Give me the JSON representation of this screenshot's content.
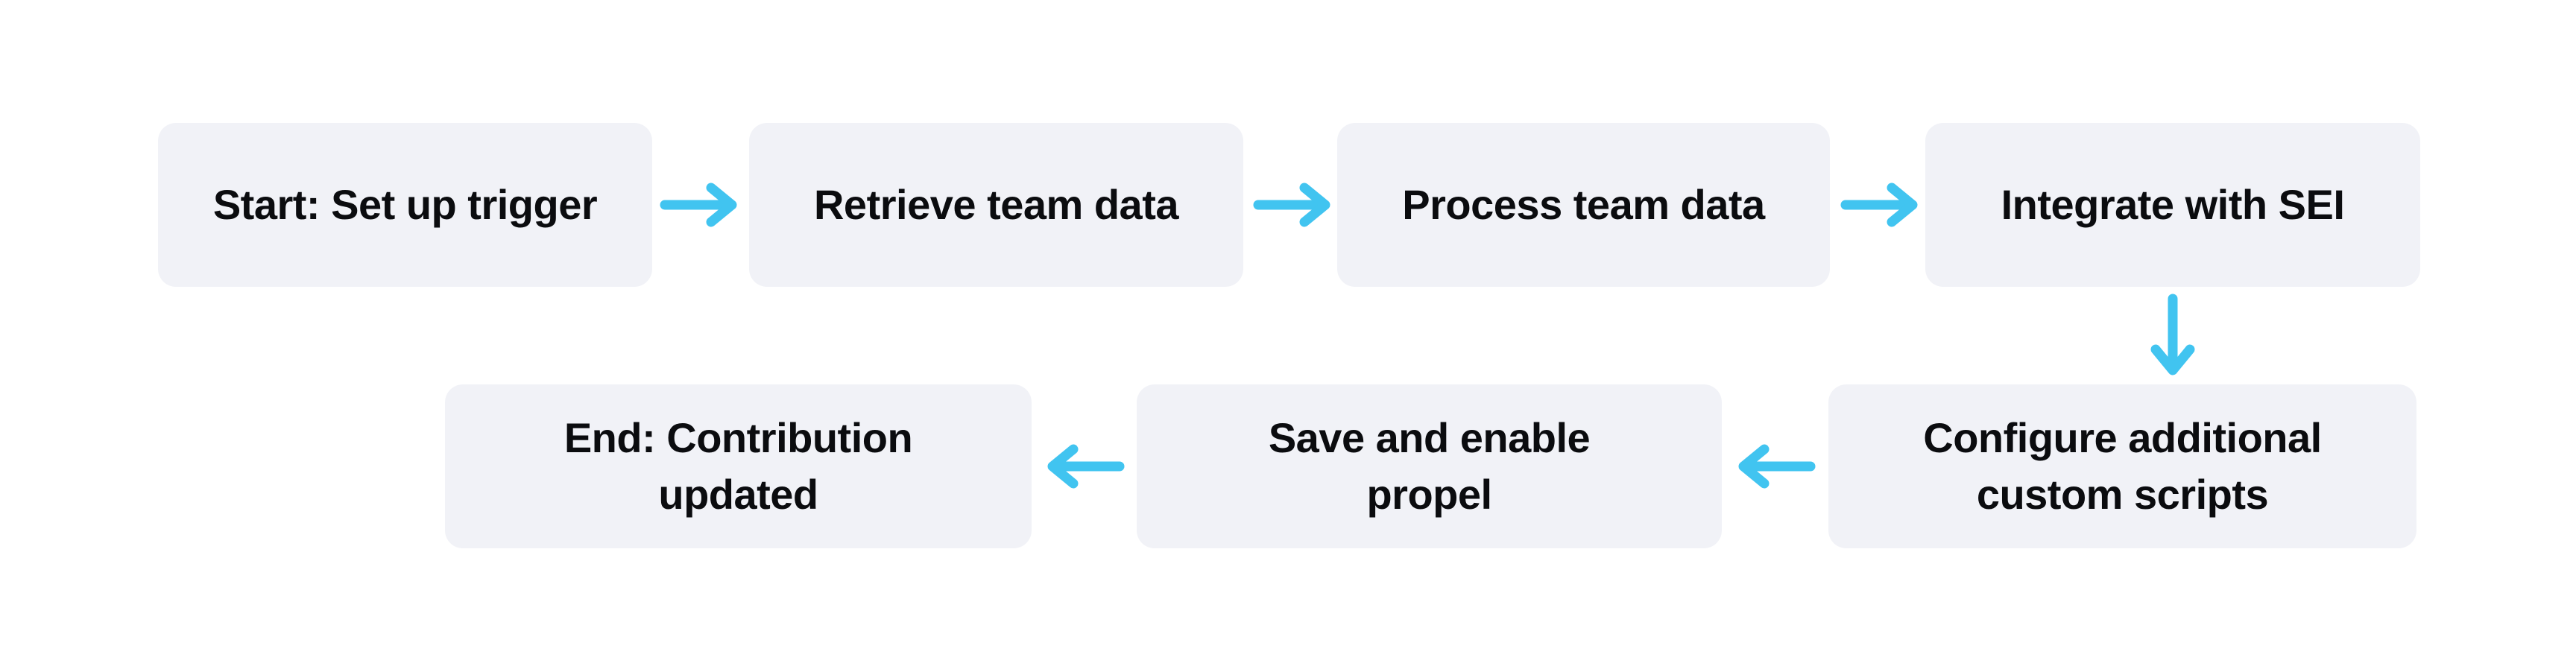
{
  "flowchart": {
    "colors": {
      "background": "#ffffff",
      "box_fill": "#f1f2f7",
      "text": "#0b0c0f",
      "arrow": "#41c4f0"
    },
    "nodes": [
      {
        "id": "start",
        "label": "Start: Set up trigger"
      },
      {
        "id": "retrieve",
        "label": "Retrieve team data"
      },
      {
        "id": "process",
        "label": "Process team data"
      },
      {
        "id": "integrate",
        "label": "Integrate with SEI"
      },
      {
        "id": "configure",
        "label": "Configure additional\ncustom scripts"
      },
      {
        "id": "save",
        "label": "Save and enable\npropel"
      },
      {
        "id": "end",
        "label": "End: Contribution\nupdated"
      }
    ],
    "edges": [
      {
        "from": "start",
        "to": "retrieve",
        "direction": "right"
      },
      {
        "from": "retrieve",
        "to": "process",
        "direction": "right"
      },
      {
        "from": "process",
        "to": "integrate",
        "direction": "right"
      },
      {
        "from": "integrate",
        "to": "configure",
        "direction": "down"
      },
      {
        "from": "configure",
        "to": "save",
        "direction": "left"
      },
      {
        "from": "save",
        "to": "end",
        "direction": "left"
      }
    ]
  }
}
